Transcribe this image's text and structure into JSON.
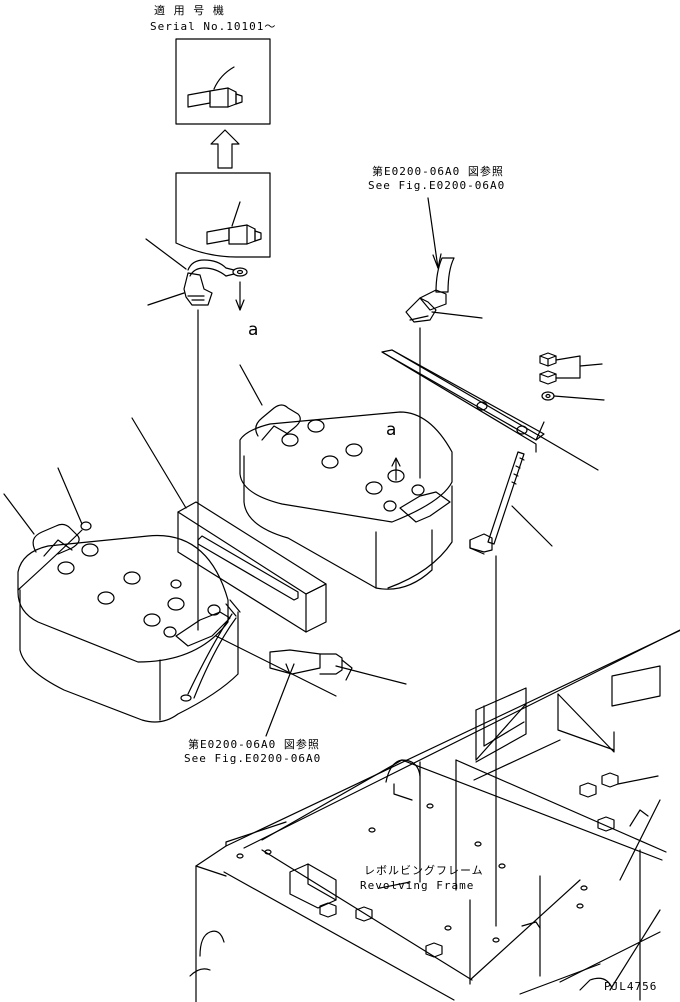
{
  "labels": {
    "applicable_jp": "適 用 号 機",
    "serial_no": "Serial No.10101～",
    "ref_top_jp": "第E0200-06A0 図参照",
    "ref_top_en": "See Fig.E0200-06A0",
    "ref_bottom_jp": "第E0200-06A0 図参照",
    "ref_bottom_en": "See Fig.E0200-06A0",
    "frame_jp": "レボルビングフレーム",
    "frame_en": "Revolving Frame",
    "callout_a1": "a",
    "callout_a2": "a",
    "drawing_no": "PJL4756"
  }
}
